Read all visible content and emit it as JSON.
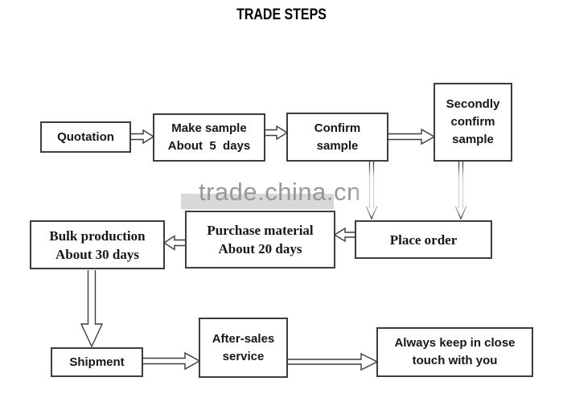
{
  "title": "TRADE STEPS",
  "watermark": {
    "text": "trade.china.cn"
  },
  "colors": {
    "box_border": "#3d3d3d",
    "box_text": "#171717",
    "arrow": "#3c3c3c",
    "title_text": "#000000",
    "watermark_text": "#98989b",
    "watermark_band": "#d8d8d8",
    "background": "#ffffff"
  },
  "nodes": {
    "quotation": {
      "lines": [
        "Quotation"
      ]
    },
    "make_sample": {
      "lines": [
        "Make sample",
        "About  5  days"
      ]
    },
    "confirm_sample": {
      "lines": [
        "Confirm",
        "sample"
      ]
    },
    "secondly_confirm": {
      "lines": [
        "Secondly",
        "confirm",
        "sample"
      ]
    },
    "place_order": {
      "lines": [
        "Place order"
      ]
    },
    "purchase_material": {
      "lines": [
        "Purchase material",
        "About 20 days"
      ]
    },
    "bulk_production": {
      "lines": [
        "Bulk production",
        "About 30 days"
      ]
    },
    "shipment": {
      "lines": [
        "Shipment"
      ]
    },
    "after_sales": {
      "lines": [
        "After-sales",
        "service"
      ]
    },
    "always_keep": {
      "lines": [
        "Always keep in close",
        "touch with you"
      ]
    }
  },
  "edges": [
    {
      "from": "quotation",
      "to": "make_sample",
      "direction": "right"
    },
    {
      "from": "make_sample",
      "to": "confirm_sample",
      "direction": "right"
    },
    {
      "from": "confirm_sample",
      "to": "secondly_confirm",
      "direction": "right"
    },
    {
      "from": "confirm_sample",
      "to": "place_order",
      "direction": "down"
    },
    {
      "from": "secondly_confirm",
      "to": "place_order",
      "direction": "down"
    },
    {
      "from": "place_order",
      "to": "purchase_material",
      "direction": "left"
    },
    {
      "from": "purchase_material",
      "to": "bulk_production",
      "direction": "left"
    },
    {
      "from": "bulk_production",
      "to": "shipment",
      "direction": "down"
    },
    {
      "from": "shipment",
      "to": "after_sales",
      "direction": "right"
    },
    {
      "from": "after_sales",
      "to": "always_keep",
      "direction": "right"
    }
  ]
}
